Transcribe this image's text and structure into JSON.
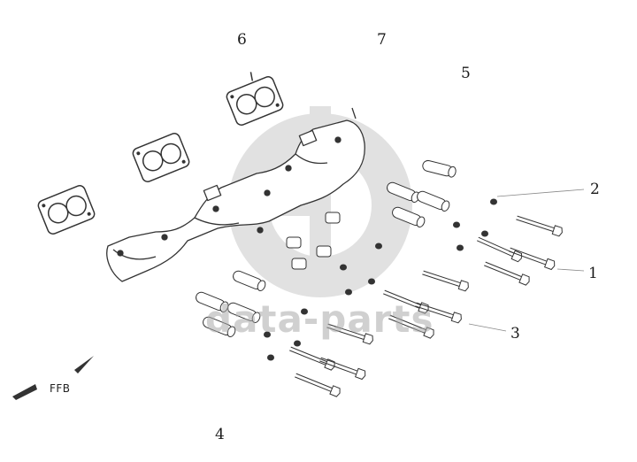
{
  "diagram": {
    "callouts": [
      {
        "id": "c1",
        "label": "1"
      },
      {
        "id": "c2",
        "label": "2"
      },
      {
        "id": "c3",
        "label": "3"
      },
      {
        "id": "c4",
        "label": "4"
      },
      {
        "id": "c5",
        "label": "5"
      },
      {
        "id": "c6",
        "label": "6"
      },
      {
        "id": "c7",
        "label": "7"
      }
    ],
    "direction_label": "FFB",
    "watermark_text": "data-parts",
    "colors": {
      "line": "#333333",
      "watermark": "#bdbdbd"
    }
  }
}
